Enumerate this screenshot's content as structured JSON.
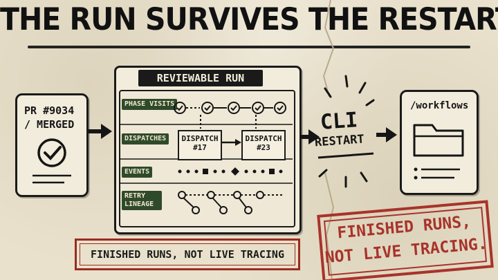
{
  "title": "THE RUN SURVIVES THE RESTART",
  "pr_card": {
    "line1": "PR #9034",
    "line2": "/ MERGED"
  },
  "run_panel": {
    "label": "REVIEWABLE RUN",
    "rows": {
      "phase_visits": "PHASE VISITS",
      "dispatches": "DISPATCHES",
      "events": "EVENTS",
      "retry_lineage": "RETRY LINEAGE"
    },
    "dispatch_a": "DISPATCH #17",
    "dispatch_b": "DISPATCH #23"
  },
  "cli": {
    "line1": "CLI",
    "line2": "RESTART"
  },
  "workflows_card": {
    "path": "/workflows"
  },
  "stamp_small": "FINISHED RUNS, NOT LIVE TRACING",
  "stamp_big": {
    "line1": "FINISHED RUNS,",
    "line2": "NOT LIVE TRACING."
  },
  "colors": {
    "paper": "#e9e1cc",
    "ink": "#151515",
    "label_green": "#2f4a2a",
    "stamp_red": "#a8332a"
  }
}
